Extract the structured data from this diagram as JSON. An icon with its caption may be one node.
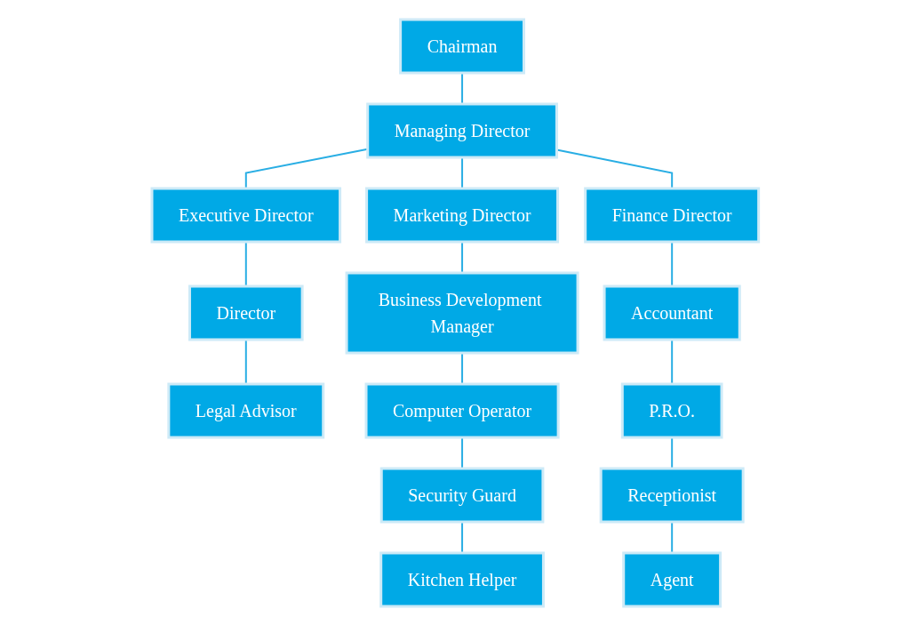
{
  "diagram": {
    "nodes": [
      {
        "text": [
          "Chairman"
        ]
      },
      {
        "text": [
          "Managing Director"
        ]
      },
      {
        "text": [
          "Executive Director"
        ]
      },
      {
        "text": [
          "Marketing Director"
        ]
      },
      {
        "text": [
          "Finance Director"
        ]
      },
      {
        "text": [
          "Director"
        ]
      },
      {
        "text": [
          "Legal Advisor"
        ]
      },
      {
        "text": [
          "Business Development Manager"
        ]
      },
      {
        "text": [
          "Computer Operator"
        ]
      },
      {
        "text": [
          "Security Guard"
        ]
      },
      {
        "text": [
          "Kitchen Helper"
        ]
      },
      {
        "text": [
          "Accountant"
        ]
      },
      {
        "text": [
          "P.R.O."
        ]
      },
      {
        "text": [
          "Receptionist"
        ]
      },
      {
        "text": [
          "Agent"
        ]
      }
    ],
    "edges": [
      {
        "from": 0,
        "to": 1,
        "arrow": "none"
      },
      {
        "from": 1,
        "to": 2,
        "arrow": "none"
      },
      {
        "from": 1,
        "to": 3,
        "arrow": "none"
      },
      {
        "from": 1,
        "to": 4,
        "arrow": "none"
      },
      {
        "from": 2,
        "to": 5,
        "arrow": "none"
      },
      {
        "from": 5,
        "to": 6,
        "arrow": "none"
      },
      {
        "from": 3,
        "to": 7,
        "arrow": "none"
      },
      {
        "from": 7,
        "to": 8,
        "arrow": "none"
      },
      {
        "from": 8,
        "to": 9,
        "arrow": "none"
      },
      {
        "from": 9,
        "to": 10,
        "arrow": "none"
      },
      {
        "from": 4,
        "to": 11,
        "arrow": "none"
      },
      {
        "from": 11,
        "to": 12,
        "arrow": "none"
      },
      {
        "from": 12,
        "to": 13,
        "arrow": "none"
      },
      {
        "from": 13,
        "to": 14,
        "arrow": "none"
      }
    ]
  }
}
